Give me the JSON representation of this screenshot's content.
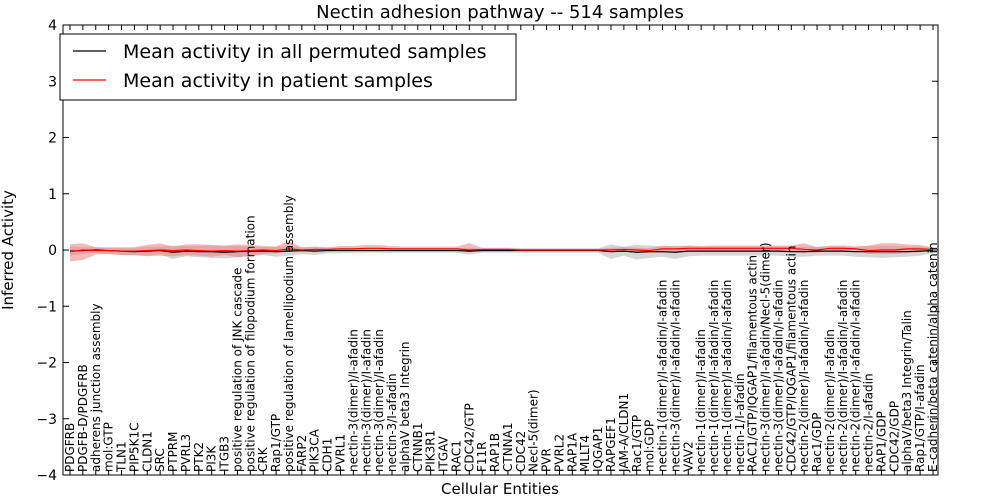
{
  "chart_data": {
    "type": "line",
    "title": "Nectin adhesion pathway -- 514 samples",
    "xlabel": "Cellular Entities",
    "ylabel": "Inferred Activity",
    "ylim": [
      -4,
      4
    ],
    "yticks": [
      -4,
      -3,
      -2,
      -1,
      0,
      1,
      2,
      3,
      4
    ],
    "grid": false,
    "legend_position": "top-left",
    "categories": [
      "PDGFRB",
      "PDGFB-D/PDGFRB",
      "adherens junction assembly",
      "mol:GTP",
      "TLN1",
      "PIP5K1C",
      "CLDN1",
      "SRC",
      "PTPRM",
      "PVRL3",
      "PTK2",
      "PI3K",
      "ITGB3",
      "positive regulation of JNK cascade",
      "positive regulation of filopodium formation",
      "CRK",
      "Rap1/GTP",
      "positive regulation of lamellipodium assembly",
      "FARP2",
      "PIK3CA",
      "CDH1",
      "PVRL1",
      "nectin-3(dimer)/I-afadin",
      "nectin-3(dimer)/I-afadin",
      "nectin-3(dimer)/I-afadin",
      "nectin-3/I-afadin",
      "alphaV beta3 Integrin",
      "CTNNB1",
      "PIK3R1",
      "ITGAV",
      "RAC1",
      "CDC42/GTP",
      "F11R",
      "RAP1B",
      "CTNNA1",
      "CDC42",
      "Necl-5(dimer)",
      "PVR",
      "PVRL2",
      "RAP1A",
      "MLLT4",
      "IQGAP1",
      "RAPGEF1",
      "JAM-A/CLDN1",
      "Rac1/GTP",
      "mol:GDP",
      "nectin-1(dimer)/I-afadin/I-afadin",
      "nectin-3(dimer)/I-afadin/I-afadin",
      "VAV2",
      "nectin-1(dimer)/I-afadin",
      "nectin-1(dimer)/I-afadin/I-afadin",
      "nectin-1(dimer)/I-afadin/I-afadin",
      "nectin-1/I-afadin",
      "RAC1/GTP/IQGAP1/filamentous actin",
      "nectin-3(dimer)/I-afadin/Necl-5(dimer)",
      "nectin-3(dimer)/I-afadin/I-afadin",
      "CDC42/GTP/IQGAP1/filamentous actin",
      "nectin-2(dimer)/I-afadin/I-afadin",
      "Rac1/GDP",
      "nectin-2(dimer)/I-afadin",
      "nectin-2(dimer)/I-afadin/I-afadin",
      "nectin-2(dimer)/I-afadin/I-afadin",
      "nectin-2/I-afadin",
      "RAP1/GDP",
      "CDC42/GDP",
      "alphaV/beta3 Integrin/Talin",
      "Rap1/GTP/I-afadin",
      "E-cadherin/beta catenin/alpha catenin"
    ],
    "series": [
      {
        "name": "Mean activity in all permuted samples",
        "color": "#000000",
        "band_color": "#bbbbbb",
        "values": [
          -0.02,
          -0.01,
          0.0,
          -0.01,
          -0.02,
          -0.03,
          -0.02,
          -0.01,
          -0.04,
          -0.02,
          -0.03,
          -0.03,
          -0.04,
          -0.03,
          -0.02,
          -0.02,
          -0.03,
          -0.02,
          -0.01,
          -0.02,
          -0.01,
          -0.01,
          -0.01,
          -0.01,
          -0.01,
          -0.01,
          -0.01,
          -0.01,
          -0.01,
          -0.01,
          -0.01,
          -0.02,
          -0.01,
          -0.01,
          -0.01,
          -0.01,
          -0.01,
          -0.01,
          -0.01,
          -0.01,
          -0.01,
          -0.01,
          -0.03,
          -0.02,
          -0.04,
          -0.03,
          -0.03,
          -0.04,
          -0.02,
          -0.02,
          -0.02,
          -0.02,
          -0.02,
          -0.02,
          -0.02,
          -0.02,
          -0.03,
          -0.03,
          -0.02,
          -0.02,
          -0.02,
          -0.03,
          -0.03,
          -0.03,
          -0.03,
          -0.03,
          -0.02,
          -0.01
        ],
        "lower": [
          -0.1,
          -0.07,
          -0.05,
          -0.07,
          -0.09,
          -0.1,
          -0.1,
          -0.08,
          -0.16,
          -0.11,
          -0.13,
          -0.14,
          -0.15,
          -0.13,
          -0.1,
          -0.09,
          -0.12,
          -0.1,
          -0.07,
          -0.09,
          -0.06,
          -0.06,
          -0.05,
          -0.05,
          -0.05,
          -0.05,
          -0.05,
          -0.05,
          -0.05,
          -0.05,
          -0.05,
          -0.08,
          -0.05,
          -0.05,
          -0.05,
          -0.05,
          -0.05,
          -0.05,
          -0.05,
          -0.05,
          -0.05,
          -0.05,
          -0.16,
          -0.1,
          -0.17,
          -0.14,
          -0.12,
          -0.16,
          -0.11,
          -0.1,
          -0.1,
          -0.1,
          -0.1,
          -0.1,
          -0.1,
          -0.1,
          -0.12,
          -0.12,
          -0.1,
          -0.1,
          -0.1,
          -0.12,
          -0.13,
          -0.14,
          -0.13,
          -0.12,
          -0.1,
          -0.06
        ],
        "upper": [
          0.06,
          0.05,
          0.05,
          0.05,
          0.05,
          0.04,
          0.06,
          0.06,
          0.08,
          0.07,
          0.07,
          0.08,
          0.07,
          0.07,
          0.06,
          0.05,
          0.06,
          0.06,
          0.05,
          0.05,
          0.04,
          0.04,
          0.03,
          0.03,
          0.03,
          0.03,
          0.03,
          0.03,
          0.03,
          0.03,
          0.03,
          0.04,
          0.03,
          0.03,
          0.03,
          0.03,
          0.03,
          0.03,
          0.03,
          0.03,
          0.03,
          0.03,
          0.1,
          0.06,
          0.09,
          0.08,
          0.06,
          0.08,
          0.07,
          0.06,
          0.06,
          0.06,
          0.06,
          0.06,
          0.06,
          0.06,
          0.06,
          0.06,
          0.06,
          0.06,
          0.06,
          0.06,
          0.07,
          0.08,
          0.07,
          0.06,
          0.06,
          0.04
        ]
      },
      {
        "name": "Mean activity in patient samples",
        "color": "#ff0000",
        "band_color": "#f08080",
        "values": [
          -0.03,
          0.0,
          -0.01,
          -0.01,
          -0.02,
          -0.02,
          -0.01,
          0.0,
          -0.01,
          0.0,
          -0.01,
          -0.02,
          -0.01,
          -0.02,
          -0.01,
          0.0,
          -0.01,
          0.02,
          0.0,
          0.01,
          0.01,
          0.02,
          0.02,
          0.03,
          0.03,
          0.02,
          0.02,
          0.02,
          0.02,
          0.02,
          0.02,
          0.0,
          0.01,
          0.01,
          0.01,
          0.0,
          0.0,
          0.0,
          0.0,
          0.0,
          0.0,
          0.0,
          0.0,
          0.01,
          0.0,
          -0.01,
          0.02,
          0.02,
          0.03,
          0.03,
          0.03,
          0.03,
          0.03,
          0.03,
          0.03,
          0.03,
          0.03,
          0.01,
          0.0,
          0.03,
          0.03,
          0.02,
          -0.01,
          0.0,
          0.0,
          0.02,
          0.02,
          0.01
        ],
        "lower": [
          -0.2,
          -0.18,
          -0.08,
          -0.07,
          -0.09,
          -0.09,
          -0.11,
          -0.1,
          -0.11,
          -0.09,
          -0.1,
          -0.12,
          -0.09,
          -0.13,
          -0.11,
          -0.07,
          -0.06,
          -0.02,
          -0.03,
          -0.02,
          -0.01,
          -0.01,
          -0.01,
          -0.01,
          -0.01,
          -0.01,
          -0.01,
          -0.01,
          -0.01,
          -0.01,
          -0.01,
          -0.04,
          -0.02,
          -0.02,
          -0.02,
          -0.02,
          -0.02,
          -0.02,
          -0.02,
          -0.02,
          -0.02,
          -0.02,
          -0.04,
          -0.03,
          -0.05,
          -0.05,
          -0.05,
          -0.04,
          -0.02,
          -0.02,
          -0.02,
          -0.02,
          -0.02,
          -0.02,
          -0.02,
          -0.02,
          -0.03,
          -0.05,
          -0.05,
          -0.01,
          -0.01,
          -0.01,
          -0.07,
          -0.07,
          -0.07,
          -0.05,
          -0.04,
          -0.02
        ],
        "upper": [
          0.1,
          0.12,
          0.05,
          0.04,
          0.04,
          0.05,
          0.09,
          0.12,
          0.06,
          0.1,
          0.1,
          0.09,
          0.08,
          0.1,
          0.09,
          0.07,
          0.06,
          0.16,
          0.05,
          0.06,
          0.05,
          0.07,
          0.07,
          0.09,
          0.09,
          0.07,
          0.06,
          0.06,
          0.06,
          0.06,
          0.06,
          0.12,
          0.04,
          0.04,
          0.04,
          0.02,
          0.02,
          0.02,
          0.02,
          0.02,
          0.02,
          0.02,
          0.04,
          0.05,
          0.04,
          0.03,
          0.08,
          0.06,
          0.08,
          0.07,
          0.08,
          0.08,
          0.08,
          0.08,
          0.08,
          0.08,
          0.08,
          0.12,
          0.05,
          0.08,
          0.08,
          0.06,
          0.08,
          0.12,
          0.12,
          0.1,
          0.09,
          0.05
        ]
      }
    ]
  }
}
